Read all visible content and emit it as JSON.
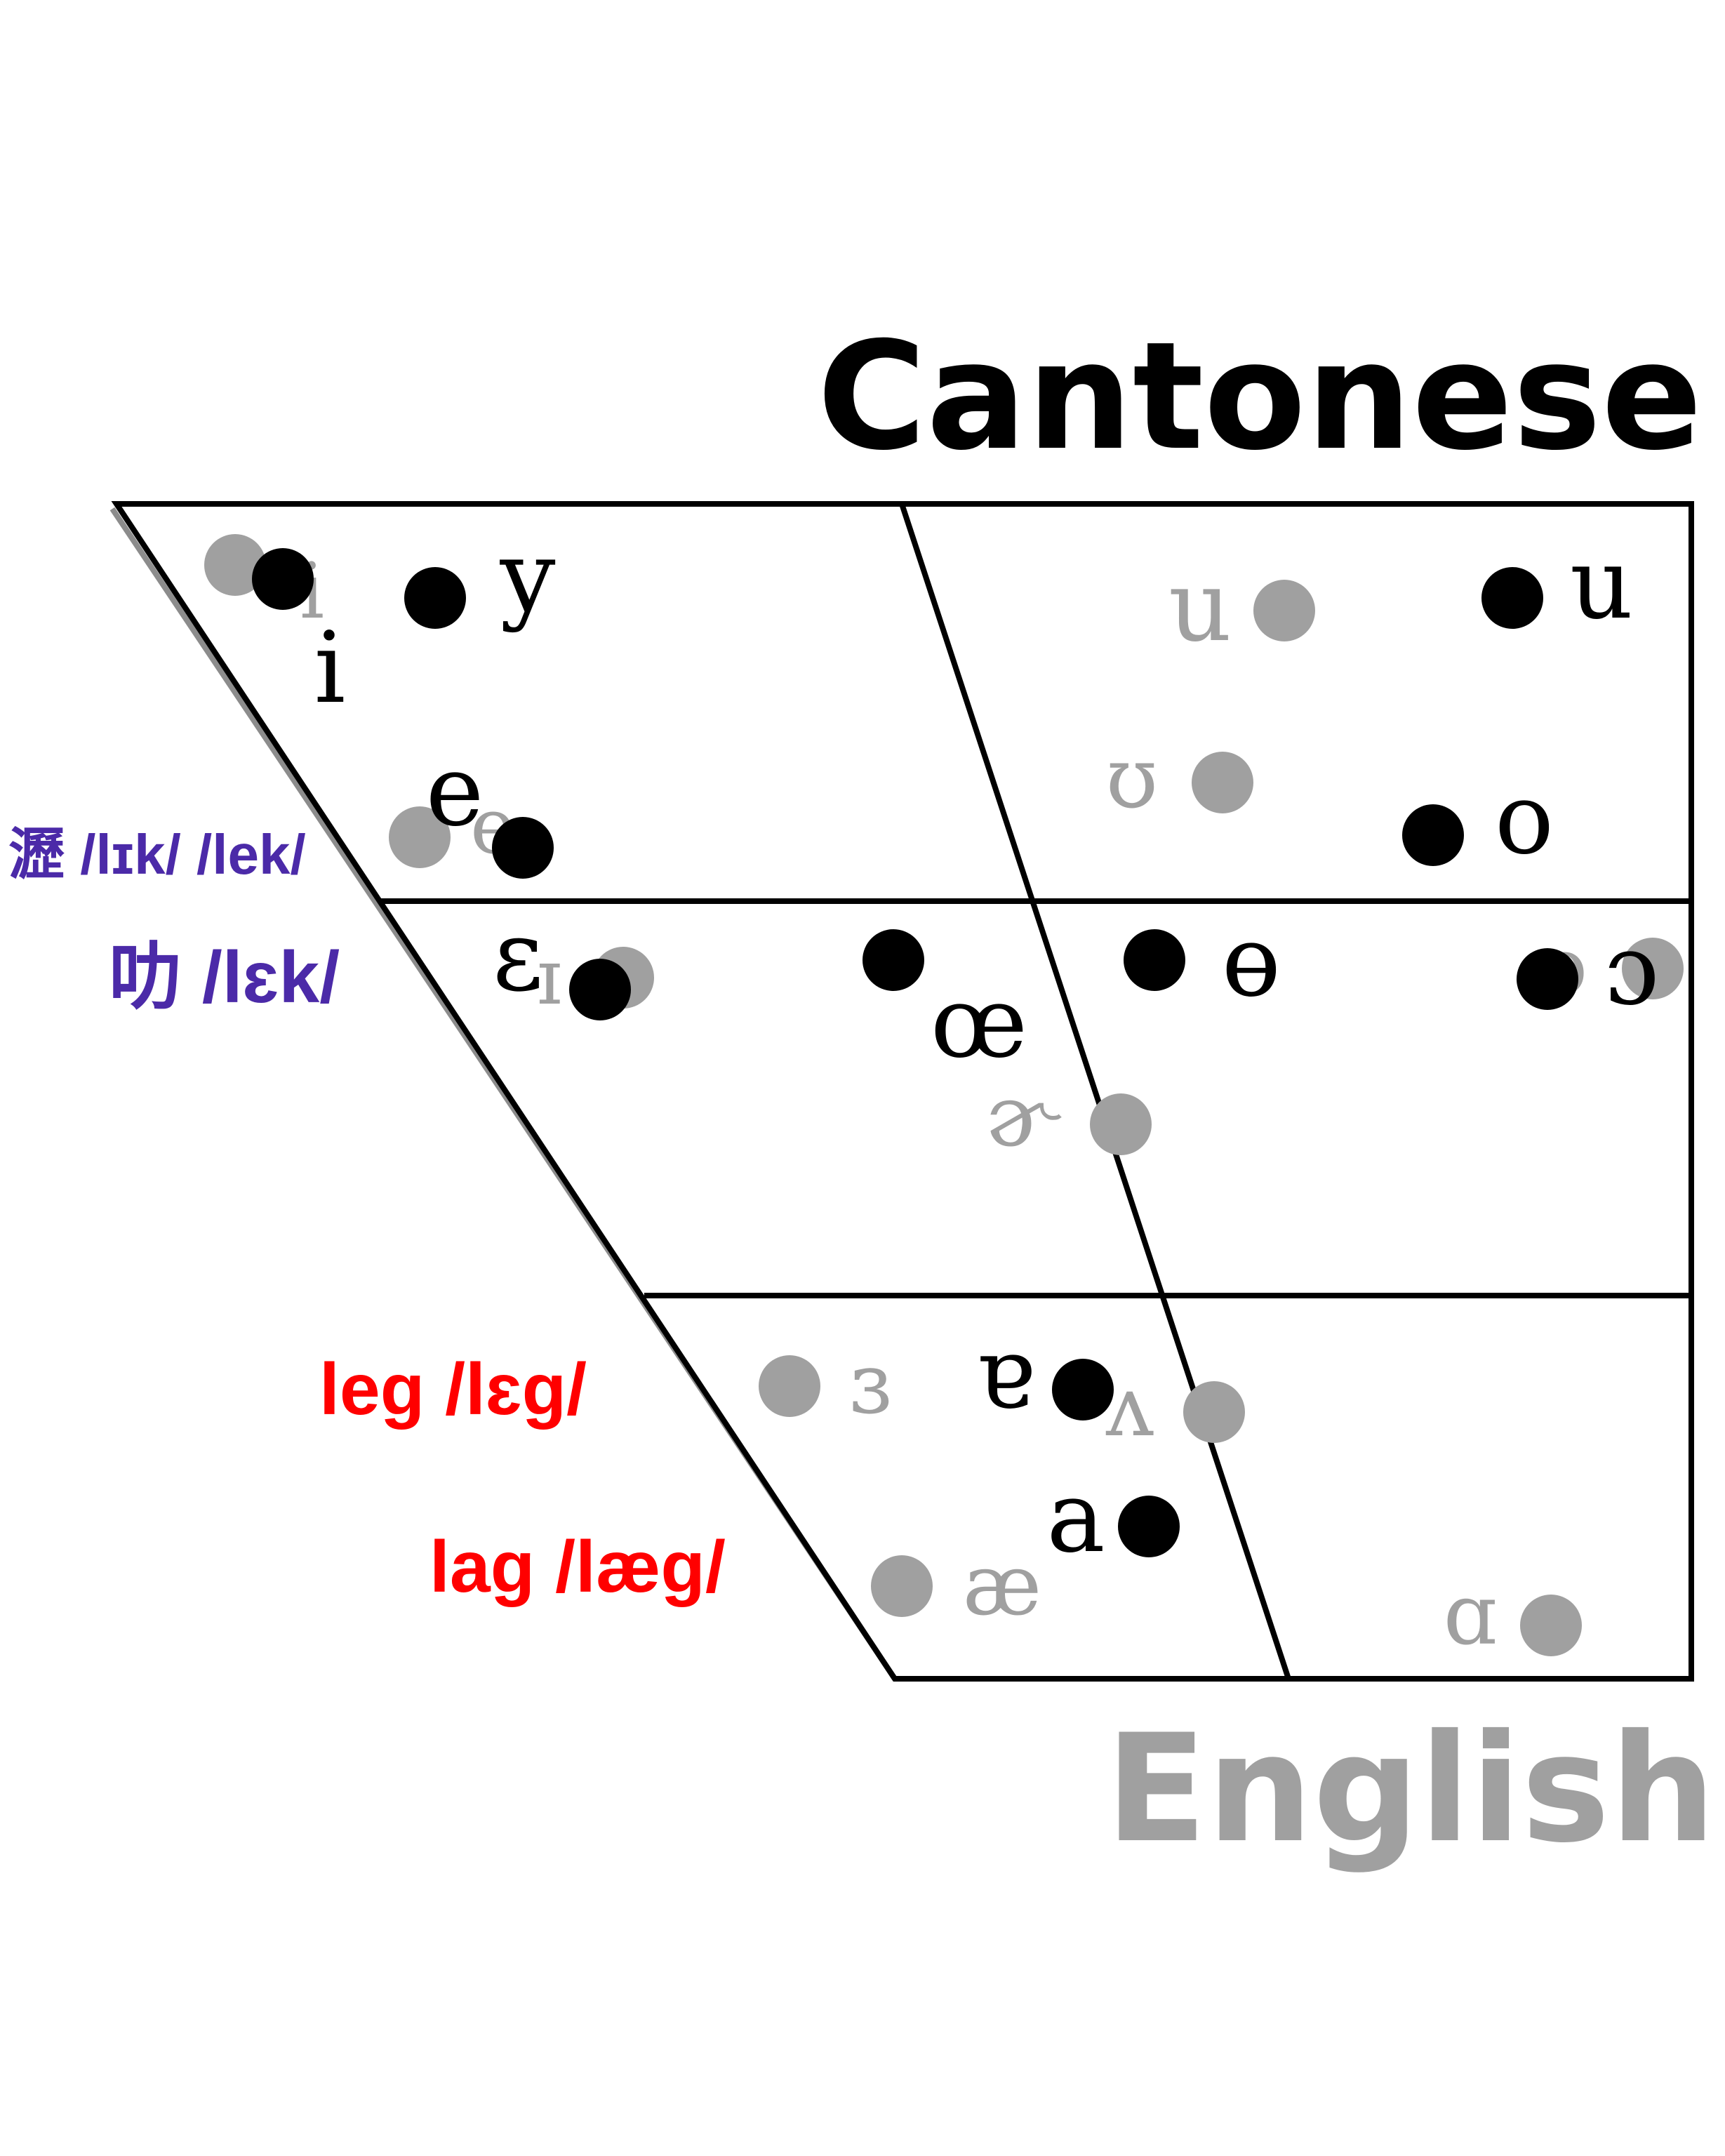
{
  "titles": {
    "top": "Cantonese",
    "bottom": "English"
  },
  "colors": {
    "cantonese": "#000000",
    "english": "#a0a0a0",
    "annotation_purple": "#4b2aa8",
    "annotation_red": "#ff0000"
  },
  "vowels": {
    "cantonese": [
      {
        "symbol": "i"
      },
      {
        "symbol": "y"
      },
      {
        "symbol": "u"
      },
      {
        "symbol": "e"
      },
      {
        "symbol": "o"
      },
      {
        "symbol": "ɛ"
      },
      {
        "symbol": "œ"
      },
      {
        "symbol": "ɵ"
      },
      {
        "symbol": "ɔ"
      },
      {
        "symbol": "ɐ"
      },
      {
        "symbol": "a"
      }
    ],
    "english": [
      {
        "symbol": "i"
      },
      {
        "symbol": "u"
      },
      {
        "symbol": "ʊ"
      },
      {
        "symbol": "e"
      },
      {
        "symbol": "ɪ"
      },
      {
        "symbol": "ɔ"
      },
      {
        "symbol": "ɚ"
      },
      {
        "symbol": "ɜ"
      },
      {
        "symbol": "ʌ"
      },
      {
        "symbol": "æ"
      },
      {
        "symbol": "ɑ"
      }
    ]
  },
  "annotations": [
    {
      "text": "瀝 /lɪk/ /lek/",
      "color": "#4b2aa8"
    },
    {
      "text": "叻 /lɛk/",
      "color": "#4b2aa8"
    },
    {
      "text": "leg /lɛg/",
      "color": "#ff0000"
    },
    {
      "text": "lag /læg/",
      "color": "#ff0000"
    }
  ]
}
